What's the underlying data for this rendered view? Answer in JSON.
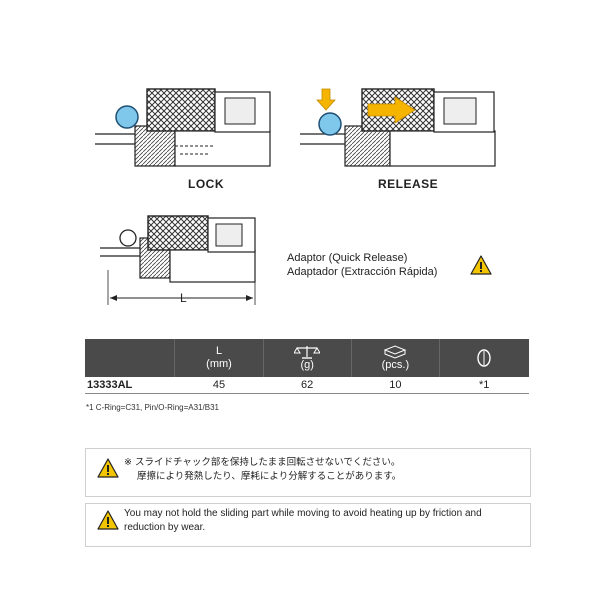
{
  "diagrams": {
    "lock_label": "LOCK",
    "release_label": "RELEASE",
    "dimension_label": "L"
  },
  "adaptor": {
    "line1": "Adaptor (Quick Release)",
    "line2": "Adaptador (Extracción Rápida)"
  },
  "table": {
    "headers": [
      {
        "label": "",
        "unit": "",
        "icon": ""
      },
      {
        "label": "L",
        "unit": "(mm)",
        "icon": ""
      },
      {
        "label": "",
        "unit": "(g)",
        "icon": "scale-icon"
      },
      {
        "label": "",
        "unit": "(pcs.)",
        "icon": "box-icon"
      },
      {
        "label": "",
        "unit": "",
        "icon": "o-ring-icon"
      }
    ],
    "rows": [
      {
        "model": "13333AL",
        "length": "45",
        "weight": "62",
        "pcs": "10",
        "ring": "*1"
      }
    ]
  },
  "footnote": "*1 C-Ring=C31, Pin/O-Ring=A31/B31",
  "warning_jp": {
    "line1": "※ スライドチャック部を保持したまま回転させないでください。",
    "line2": "摩擦により発熱したり、摩耗により分解することがあります。"
  },
  "warning_en": {
    "line1": "You may not hold the sliding part while moving to avoid heating up by friction and",
    "line2": "reduction by wear."
  },
  "colors": {
    "header_bg": "#4a4a4a",
    "ball": "#7fc8ec",
    "arrow": "#f4b400",
    "warning_yellow": "#f2c500"
  }
}
